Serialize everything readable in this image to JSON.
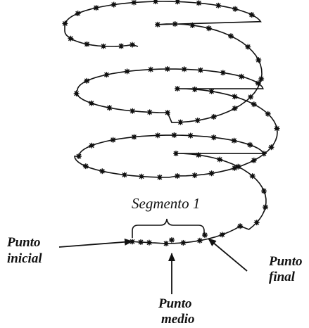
{
  "colors": {
    "ink": "#111111",
    "background": "#ffffff"
  },
  "labels": {
    "segment": "Segmento 1",
    "start_line1": "Punto",
    "start_line2": "inicial",
    "mid_line1": "Punto",
    "mid_line2": "medio",
    "end_line1": "Punto",
    "end_line2": "final"
  }
}
